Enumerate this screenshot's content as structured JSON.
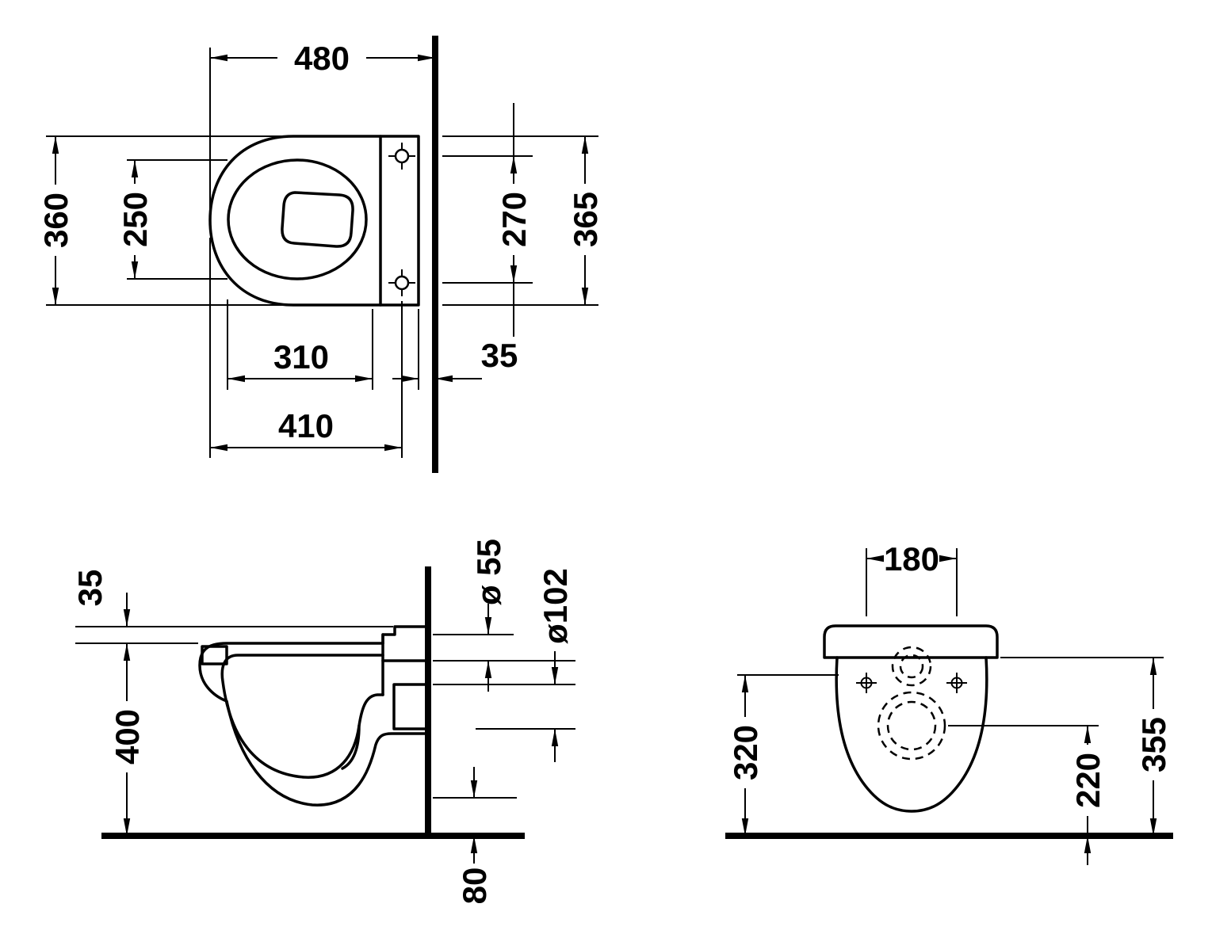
{
  "figure": {
    "type": "technical-drawing",
    "subject": "wall-hung toilet dimensional drawing, three views",
    "line_color": "#000000",
    "background": "#ffffff",
    "views": {
      "plan": {
        "name": "top view",
        "labels": {
          "overall_depth": "480",
          "overall_width": "360",
          "bowl_inner_width": "250",
          "fixing_hole_spacing": "270",
          "right_span": "365",
          "bowl_inner_length": "310",
          "wall_gap": "35",
          "fixing_hole_distance": "410"
        }
      },
      "side": {
        "name": "side view",
        "labels": {
          "top_offset": "35",
          "height": "400",
          "flush_pipe_diameter": "ø 55",
          "outlet_diameter": "ø102",
          "outlet_bottom_height": "80"
        }
      },
      "front": {
        "name": "front view",
        "labels": {
          "connection_spacing": "180",
          "underside_height": "320",
          "rim_height": "355",
          "outlet_center_height": "220"
        }
      }
    }
  }
}
